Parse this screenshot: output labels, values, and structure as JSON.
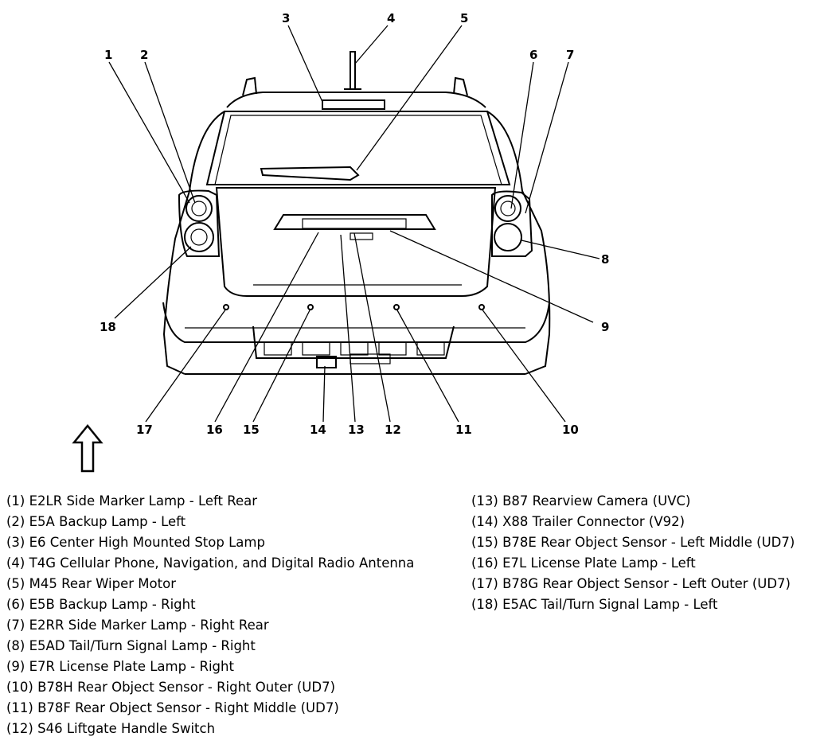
{
  "callouts": [
    "1",
    "2",
    "3",
    "4",
    "5",
    "6",
    "7",
    "8",
    "9",
    "10",
    "11",
    "12",
    "13",
    "14",
    "15",
    "16",
    "17",
    "18"
  ],
  "legend": [
    "(1)  E2LR Side Marker Lamp - Left Rear",
    "(2)  E5A Backup Lamp - Left",
    "(3)  E6 Center High Mounted Stop Lamp",
    "(4)  T4G Cellular Phone, Navigation, and Digital Radio Antenna",
    "(5)  M45 Rear Wiper Motor",
    "(6)  E5B Backup Lamp - Right",
    "(7)  E2RR Side Marker Lamp - Right Rear",
    "(8)  E5AD Tail/Turn Signal Lamp - Right",
    "(9)  E7R License Plate Lamp - Right",
    "(10) B78H Rear Object Sensor - Right Outer (UD7)",
    "(11) B78F Rear Object Sensor - Right Middle (UD7)",
    "(12) S46 Liftgate Handle Switch",
    "(13) B87 Rearview Camera (UVC)",
    "(14) X88 Trailer Connector (V92)",
    "(15) B78E Rear Object Sensor - Left Middle (UD7)",
    "(16) E7L License Plate Lamp - Left",
    "(17) B78G Rear Object Sensor - Left Outer (UD7)",
    "(18) E5AC Tail/Turn Signal Lamp - Left"
  ],
  "icons": {
    "front_arrow": "up-arrow-icon"
  }
}
